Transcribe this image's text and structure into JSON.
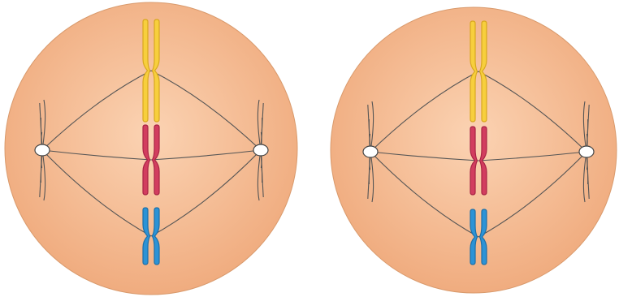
{
  "figure": {
    "background": "#ffffff",
    "cell_fill_center": "#fbd3b3",
    "cell_fill_edge": "#f0ac7f",
    "cell_stroke": "#d99a6c",
    "spindle_color": "#555555",
    "pole_fill": "#ffffff",
    "pole_stroke": "#444444"
  },
  "cells": [
    {
      "name": "cell-left",
      "chromosomes": [
        {
          "name": "chromosome-yellow",
          "color": "#f7cf3d",
          "outline": "#d9a81e",
          "type": "sister-chromatids"
        },
        {
          "name": "chromosome-red",
          "color": "#d23d5f",
          "outline": "#a82344",
          "type": "sister-chromatids"
        },
        {
          "name": "chromosome-blue",
          "color": "#2c93d6",
          "outline": "#1d6fa8",
          "type": "sister-chromatids"
        }
      ]
    },
    {
      "name": "cell-right",
      "chromosomes": [
        {
          "name": "chromosome-yellow",
          "color": "#f7cf3d",
          "outline": "#d9a81e",
          "type": "sister-chromatids"
        },
        {
          "name": "chromosome-red",
          "color": "#d23d5f",
          "outline": "#a82344",
          "type": "sister-chromatids"
        },
        {
          "name": "chromosome-blue",
          "color": "#2c93d6",
          "outline": "#1d6fa8",
          "type": "sister-chromatids"
        }
      ]
    }
  ]
}
